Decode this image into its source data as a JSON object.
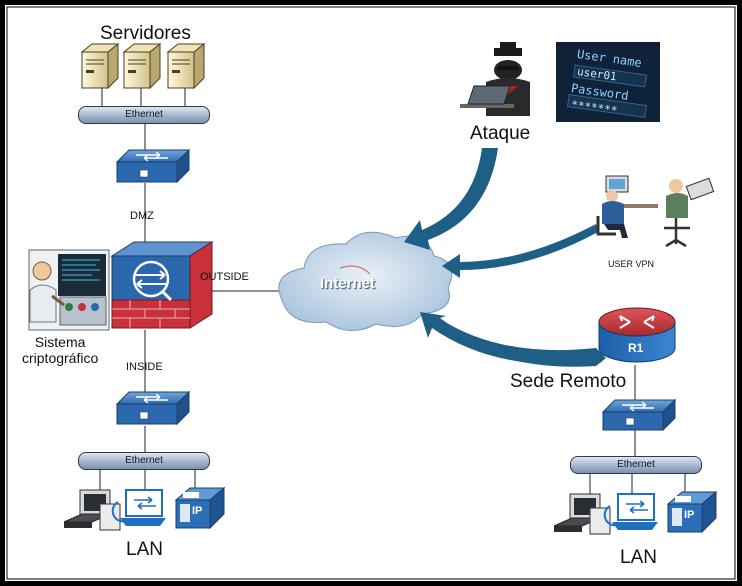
{
  "labels": {
    "servers": "Servidores",
    "ethernet_top": "Ethernet",
    "dmz": "DMZ",
    "outside": "OUTSIDE",
    "inside": "INSIDE",
    "crypto": "Sistema\ncriptográfico",
    "ethernet_lan": "Ethernet",
    "lan_left": "LAN",
    "internet": "Internet",
    "attack": "Ataque",
    "login_user_caption": "User name",
    "login_user_value": "user01",
    "login_pass_caption": "Password",
    "login_pass_value": "*******",
    "user_vpn": "USER VPN",
    "router": "R1",
    "remote_site": "Sede Remoto",
    "ethernet_remote": "Ethernet",
    "lan_right": "LAN",
    "ip_phone": "IP"
  },
  "colors": {
    "arrow": "#1f5f86",
    "firewall_top": "#3a73b4",
    "router_red": "#c8323a",
    "cloud": "#b9cfe3",
    "frame": "#000000"
  },
  "icons": [
    "server-icon",
    "switch-icon",
    "firewall-icon",
    "cloud-icon",
    "hacker-icon",
    "login-screen-icon",
    "workstation-icon",
    "router-icon",
    "pc-icon",
    "laptop-icon",
    "ip-phone-icon",
    "operator-icon"
  ]
}
